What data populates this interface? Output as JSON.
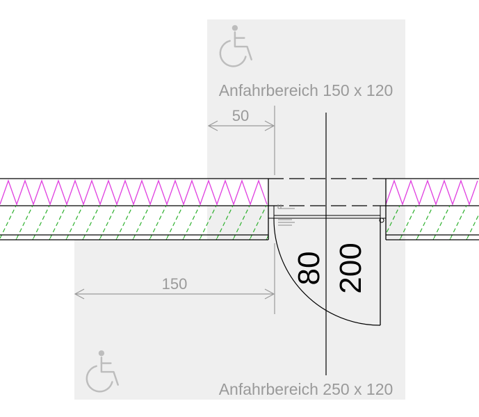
{
  "labels": {
    "top_zone": "Anfahrbereich 150 x 120",
    "bottom_zone": "Anfahrbereich 250 x 120",
    "dim_top": "50",
    "dim_bottom": "150",
    "door_width": "80",
    "door_height": "200"
  },
  "icons": {
    "top": "wheelchair-icon",
    "bottom": "wheelchair-icon"
  },
  "colors": {
    "zone_fill": "#efefef",
    "insulation": "#e040e0",
    "masonry_hatch": "#2db02d",
    "dimension": "#9a9a9a",
    "line": "#000000"
  }
}
